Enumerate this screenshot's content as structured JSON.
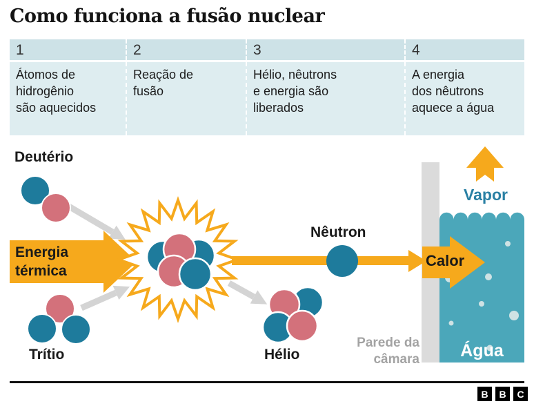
{
  "title": "Como funciona a fusão nuclear",
  "steps": [
    {
      "number": "1",
      "text": "Átomos de\nhidrogênio\nsão aquecidos"
    },
    {
      "number": "2",
      "text": "Reação de\nfusão"
    },
    {
      "number": "3",
      "text": "Hélio, nêutrons\ne energia são\nliberados"
    },
    {
      "number": "4",
      "text": "A energia\ndos nêutrons\naquece a água"
    }
  ],
  "diagram": {
    "labels": {
      "deuterium": "Deutério",
      "tritium": "Trítio",
      "thermal_energy": "Energia\ntérmica",
      "neutron": "Nêutron",
      "helium": "Hélio",
      "heat": "Calor",
      "vapor": "Vapor",
      "water": "Água",
      "chamber_wall": "Parede da\ncâmara"
    },
    "colors": {
      "orange": "#F6A91C",
      "teal_particle": "#1E7B9C",
      "red_particle": "#D3717B",
      "water_fill": "#4BA7BA",
      "wall_grey": "#DBDBDB",
      "arrow_grey": "#D4D4D4",
      "vapor_text": "#2A80A4",
      "step_number_bg": "#CDE2E7",
      "step_text_bg": "#DEEDF0"
    }
  },
  "footer": {
    "logo_letters": [
      "B",
      "B",
      "C"
    ]
  }
}
